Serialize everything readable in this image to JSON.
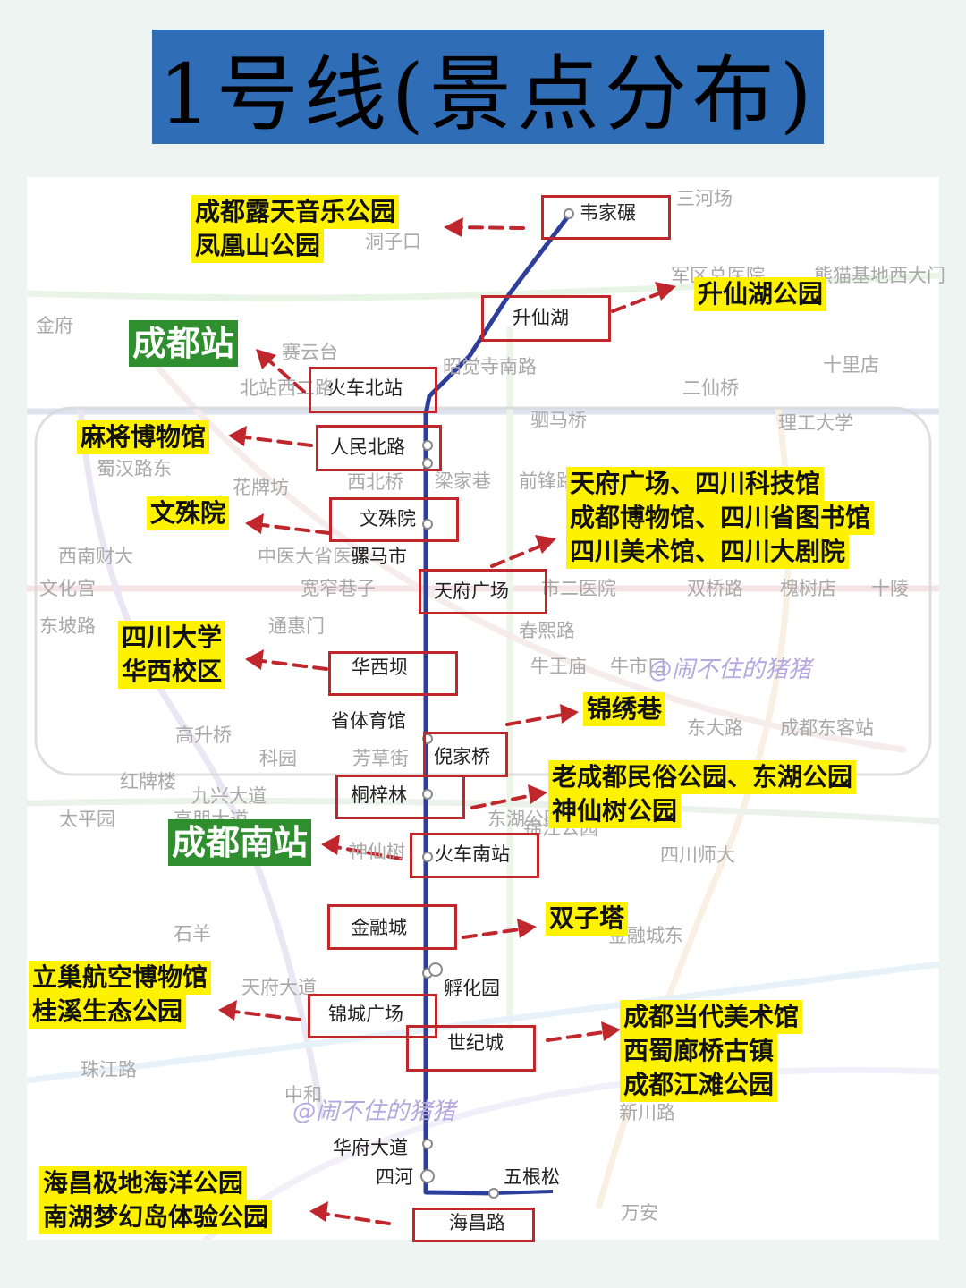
{
  "title": "1号线(景点分布)",
  "watermark": "@闹不住的猪猪",
  "colors": {
    "title_bg": "#2f6db6",
    "line1": "#2e3f9b",
    "box_border": "#c0272d",
    "arrow": "#c0272d",
    "highlight": "#fff200",
    "rail_station": "#2f8f2f"
  },
  "stations": [
    {
      "name": "韦家碾"
    },
    {
      "name": "升仙湖"
    },
    {
      "name": "火车北站"
    },
    {
      "name": "人民北路"
    },
    {
      "name": "文殊院"
    },
    {
      "name": "骡马市"
    },
    {
      "name": "天府广场"
    },
    {
      "name": "华西坝"
    },
    {
      "name": "省体育馆"
    },
    {
      "name": "倪家桥"
    },
    {
      "name": "桐梓林"
    },
    {
      "name": "火车南站"
    },
    {
      "name": "金融城"
    },
    {
      "name": "孵化园"
    },
    {
      "name": "锦城广场"
    },
    {
      "name": "世纪城"
    },
    {
      "name": "华府大道"
    },
    {
      "name": "四河"
    },
    {
      "name": "五根松"
    },
    {
      "name": "海昌路"
    }
  ],
  "background_labels": [
    "三河场",
    "洞子口",
    "军区总医院",
    "熊猫基地西大门",
    "金府",
    "赛云台",
    "昭觉寺南路",
    "十里店",
    "北站西二路",
    "二仙桥",
    "驷马桥",
    "理工大学",
    "蜀汉路东",
    "花牌坊",
    "西北桥",
    "梁家巷",
    "前锋路",
    "西南财大",
    "中医大省医院",
    "文化宫",
    "宽窄巷子",
    "市二医院",
    "双桥路",
    "槐树店",
    "十陵",
    "东坡路",
    "通惠门",
    "春熙路",
    "牛王庙",
    "牛市口",
    "东大路",
    "成都东客站",
    "高升桥",
    "科园",
    "芳草街",
    "红牌楼",
    "九兴大道",
    "太平园",
    "高朋大道",
    "东湖公园",
    "神仙树",
    "四川师大",
    "石羊",
    "金融城东",
    "天府大道",
    "新川路",
    "珠江路",
    "万安",
    "中和",
    "锦江公园"
  ],
  "attractions": {
    "weijianian": [
      "成都露天音乐公园",
      "凤凰山公园"
    ],
    "shengxianhu": [
      "升仙湖公园"
    ],
    "huochebeizhan": "成都站",
    "renminbeilu": [
      "麻将博物馆"
    ],
    "wenshuyuan": [
      "文殊院"
    ],
    "tianfuguangchang": [
      "天府广场、四川科技馆",
      "成都博物馆、四川省图书馆",
      "四川美术馆、四川大剧院"
    ],
    "huaxiba": [
      "四川大学",
      "华西校区"
    ],
    "nijiaqiao": [
      "锦绣巷"
    ],
    "tongzilin": [
      "老成都民俗公园、东湖公园",
      "神仙树公园"
    ],
    "huochenanzhan": "成都南站",
    "jinrongcheng": [
      "双子塔"
    ],
    "jinchengguangchang": [
      "立巢航空博物馆",
      "桂溪生态公园"
    ],
    "shijicheng": [
      "成都当代美术馆",
      "西蜀廊桥古镇",
      "成都江滩公园"
    ],
    "haichanglu": [
      "海昌极地海洋公园",
      "南湖梦幻岛体验公园"
    ]
  }
}
